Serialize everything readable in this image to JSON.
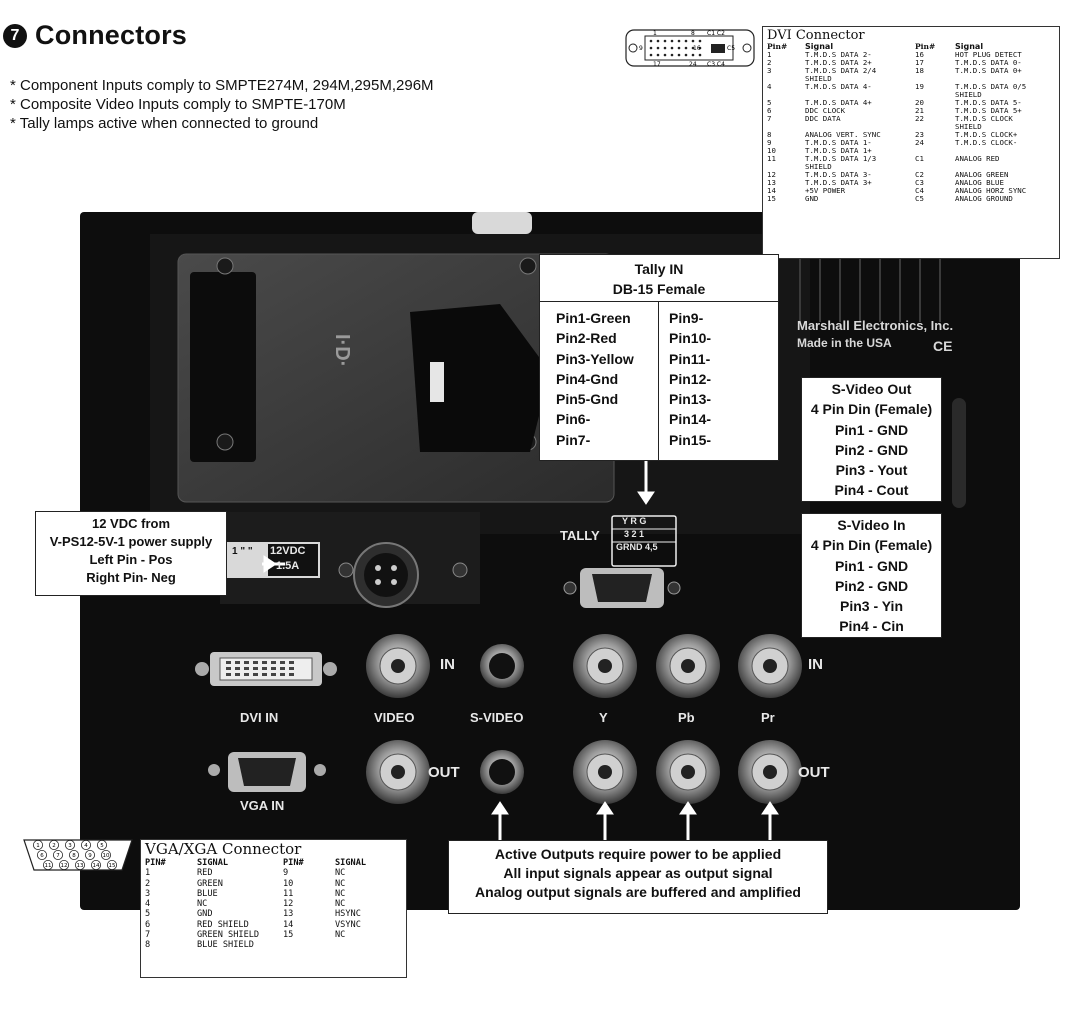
{
  "header": {
    "section_number": "7",
    "title": "Connectors",
    "notes": [
      "* Component  Inputs comply to SMPTE274M, 294M,295M,296M",
      "* Composite Video Inputs comply to SMPTE-170M",
      "* Tally lamps active when connected to ground"
    ]
  },
  "dvi_table": {
    "title": "DVI    Connector",
    "col_pin": "Pin#",
    "col_signal": "Signal",
    "connector_pin_labels": [
      "1",
      "8",
      "C1 C2",
      "9",
      "16",
      "C5",
      "17",
      "24",
      "C3 C4"
    ],
    "rows": [
      [
        "1",
        "T.M.D.S DATA 2-",
        "16",
        "HOT PLUG DETECT"
      ],
      [
        "2",
        "T.M.D.S DATA 2+",
        "17",
        "T.M.D.S DATA 0-"
      ],
      [
        "3",
        "T.M.D.S DATA 2/4",
        "18",
        "T.M.D.S DATA 0+"
      ],
      [
        "",
        "SHIELD",
        "",
        ""
      ],
      [
        "4",
        "T.M.D.S DATA 4-",
        "19",
        "T.M.D.S DATA 0/5"
      ],
      [
        "",
        "",
        "",
        "SHIELD"
      ],
      [
        "5",
        "T.M.D.S DATA 4+",
        "20",
        "T.M.D.S DATA 5-"
      ],
      [
        "6",
        "DDC CLOCK",
        "21",
        "T.M.D.S DATA 5+"
      ],
      [
        "7",
        "DDC DATA",
        "22",
        "T.M.D.S CLOCK"
      ],
      [
        "",
        "",
        "",
        "SHIELD"
      ],
      [
        "8",
        "ANALOG VERT. SYNC",
        "23",
        "T.M.D.S CLOCK+"
      ],
      [
        "9",
        "T.M.D.S DATA 1-",
        "24",
        "T.M.D.S CLOCK-"
      ],
      [
        "10",
        "T.M.D.S DATA 1+",
        "",
        ""
      ],
      [
        "11",
        "T.M.D.S DATA 1/3",
        "C1",
        "ANALOG RED"
      ],
      [
        "",
        "SHIELD",
        "",
        ""
      ],
      [
        "12",
        "T.M.D.S DATA 3-",
        "C2",
        "ANALOG GREEN"
      ],
      [
        "13",
        "T.M.D.S DATA 3+",
        "C3",
        "ANALOG BLUE"
      ],
      [
        "14",
        "+5V POWER",
        "C4",
        "ANALOG HORZ SYNC"
      ],
      [
        "15",
        "GND",
        "C5",
        "ANALOG GROUND"
      ]
    ]
  },
  "vga_table": {
    "title": "VGA/XGA Connector",
    "col_pin": "PIN#",
    "col_signal": "SIGNAL",
    "connector_pin_labels": [
      "1",
      "2",
      "3",
      "4",
      "5",
      "6",
      "7",
      "8",
      "9",
      "10",
      "11",
      "12",
      "13",
      "14",
      "15"
    ],
    "rows": [
      [
        "1",
        "RED",
        "9",
        "NC"
      ],
      [
        "2",
        "GREEN",
        "10",
        "NC"
      ],
      [
        "3",
        "BLUE",
        "11",
        "NC"
      ],
      [
        "4",
        "NC",
        "12",
        "NC"
      ],
      [
        "5",
        "GND",
        "13",
        "HSYNC"
      ],
      [
        "6",
        "RED SHIELD",
        "14",
        "VSYNC"
      ],
      [
        "7",
        "GREEN SHIELD",
        "15",
        "NC"
      ],
      [
        "8",
        "BLUE SHIELD",
        "",
        ""
      ]
    ]
  },
  "tally_box": {
    "title1": "Tally IN",
    "title2": "DB-15 Female",
    "left": [
      "Pin1-Green",
      "Pin2-Red",
      "Pin3-Yellow",
      "Pin4-Gnd",
      "Pin5-Gnd",
      "Pin6-",
      "Pin7-"
    ],
    "right": [
      "Pin9-",
      "Pin10-",
      "Pin11-",
      "Pin12-",
      "Pin13-",
      "Pin14-",
      "Pin15-"
    ]
  },
  "svideo_out_box": [
    "S-Video Out",
    "4 Pin Din (Female)",
    "Pin1 - GND",
    "Pin2 - GND",
    "Pin3 - Yout",
    "Pin4 - Cout"
  ],
  "svideo_in_box": [
    "S-Video In",
    "4 Pin Din (Female)",
    "Pin1 - GND",
    "Pin2 - GND",
    "Pin3 - Yin",
    "Pin4 - Cin"
  ],
  "power_box": [
    "12 VDC from",
    "V-PS12-5V-1 power supply",
    "Left Pin - Pos",
    "Right Pin- Neg"
  ],
  "active_box": [
    "Active Outputs require power to be applied",
    "All input signals appear as output signal",
    "Analog output signals are buffered and amplified"
  ],
  "device": {
    "brand": "Marshall Electronics, Inc.",
    "made_in": "Made in the USA",
    "ce_mark": "CE",
    "mount_logo": "I·D·",
    "tally_label": "TALLY",
    "tally_plate_top": "Y R G",
    "tally_plate_mid": "3 2 1",
    "tally_plate_bot": "GRND  4,5",
    "power_rating_1": "12VDC",
    "power_rating_2": "1.5A",
    "power_pins": "1 \" \"",
    "in_label": "IN",
    "out_label": "OUT",
    "in_label_2": "IN",
    "out_label_2": "OUT",
    "port_labels": {
      "dvi_in": "DVI IN",
      "video": "VIDEO",
      "svideo": "S-VIDEO",
      "y": "Y",
      "pb": "Pb",
      "pr": "Pr",
      "vga_in": "VGA IN"
    }
  }
}
